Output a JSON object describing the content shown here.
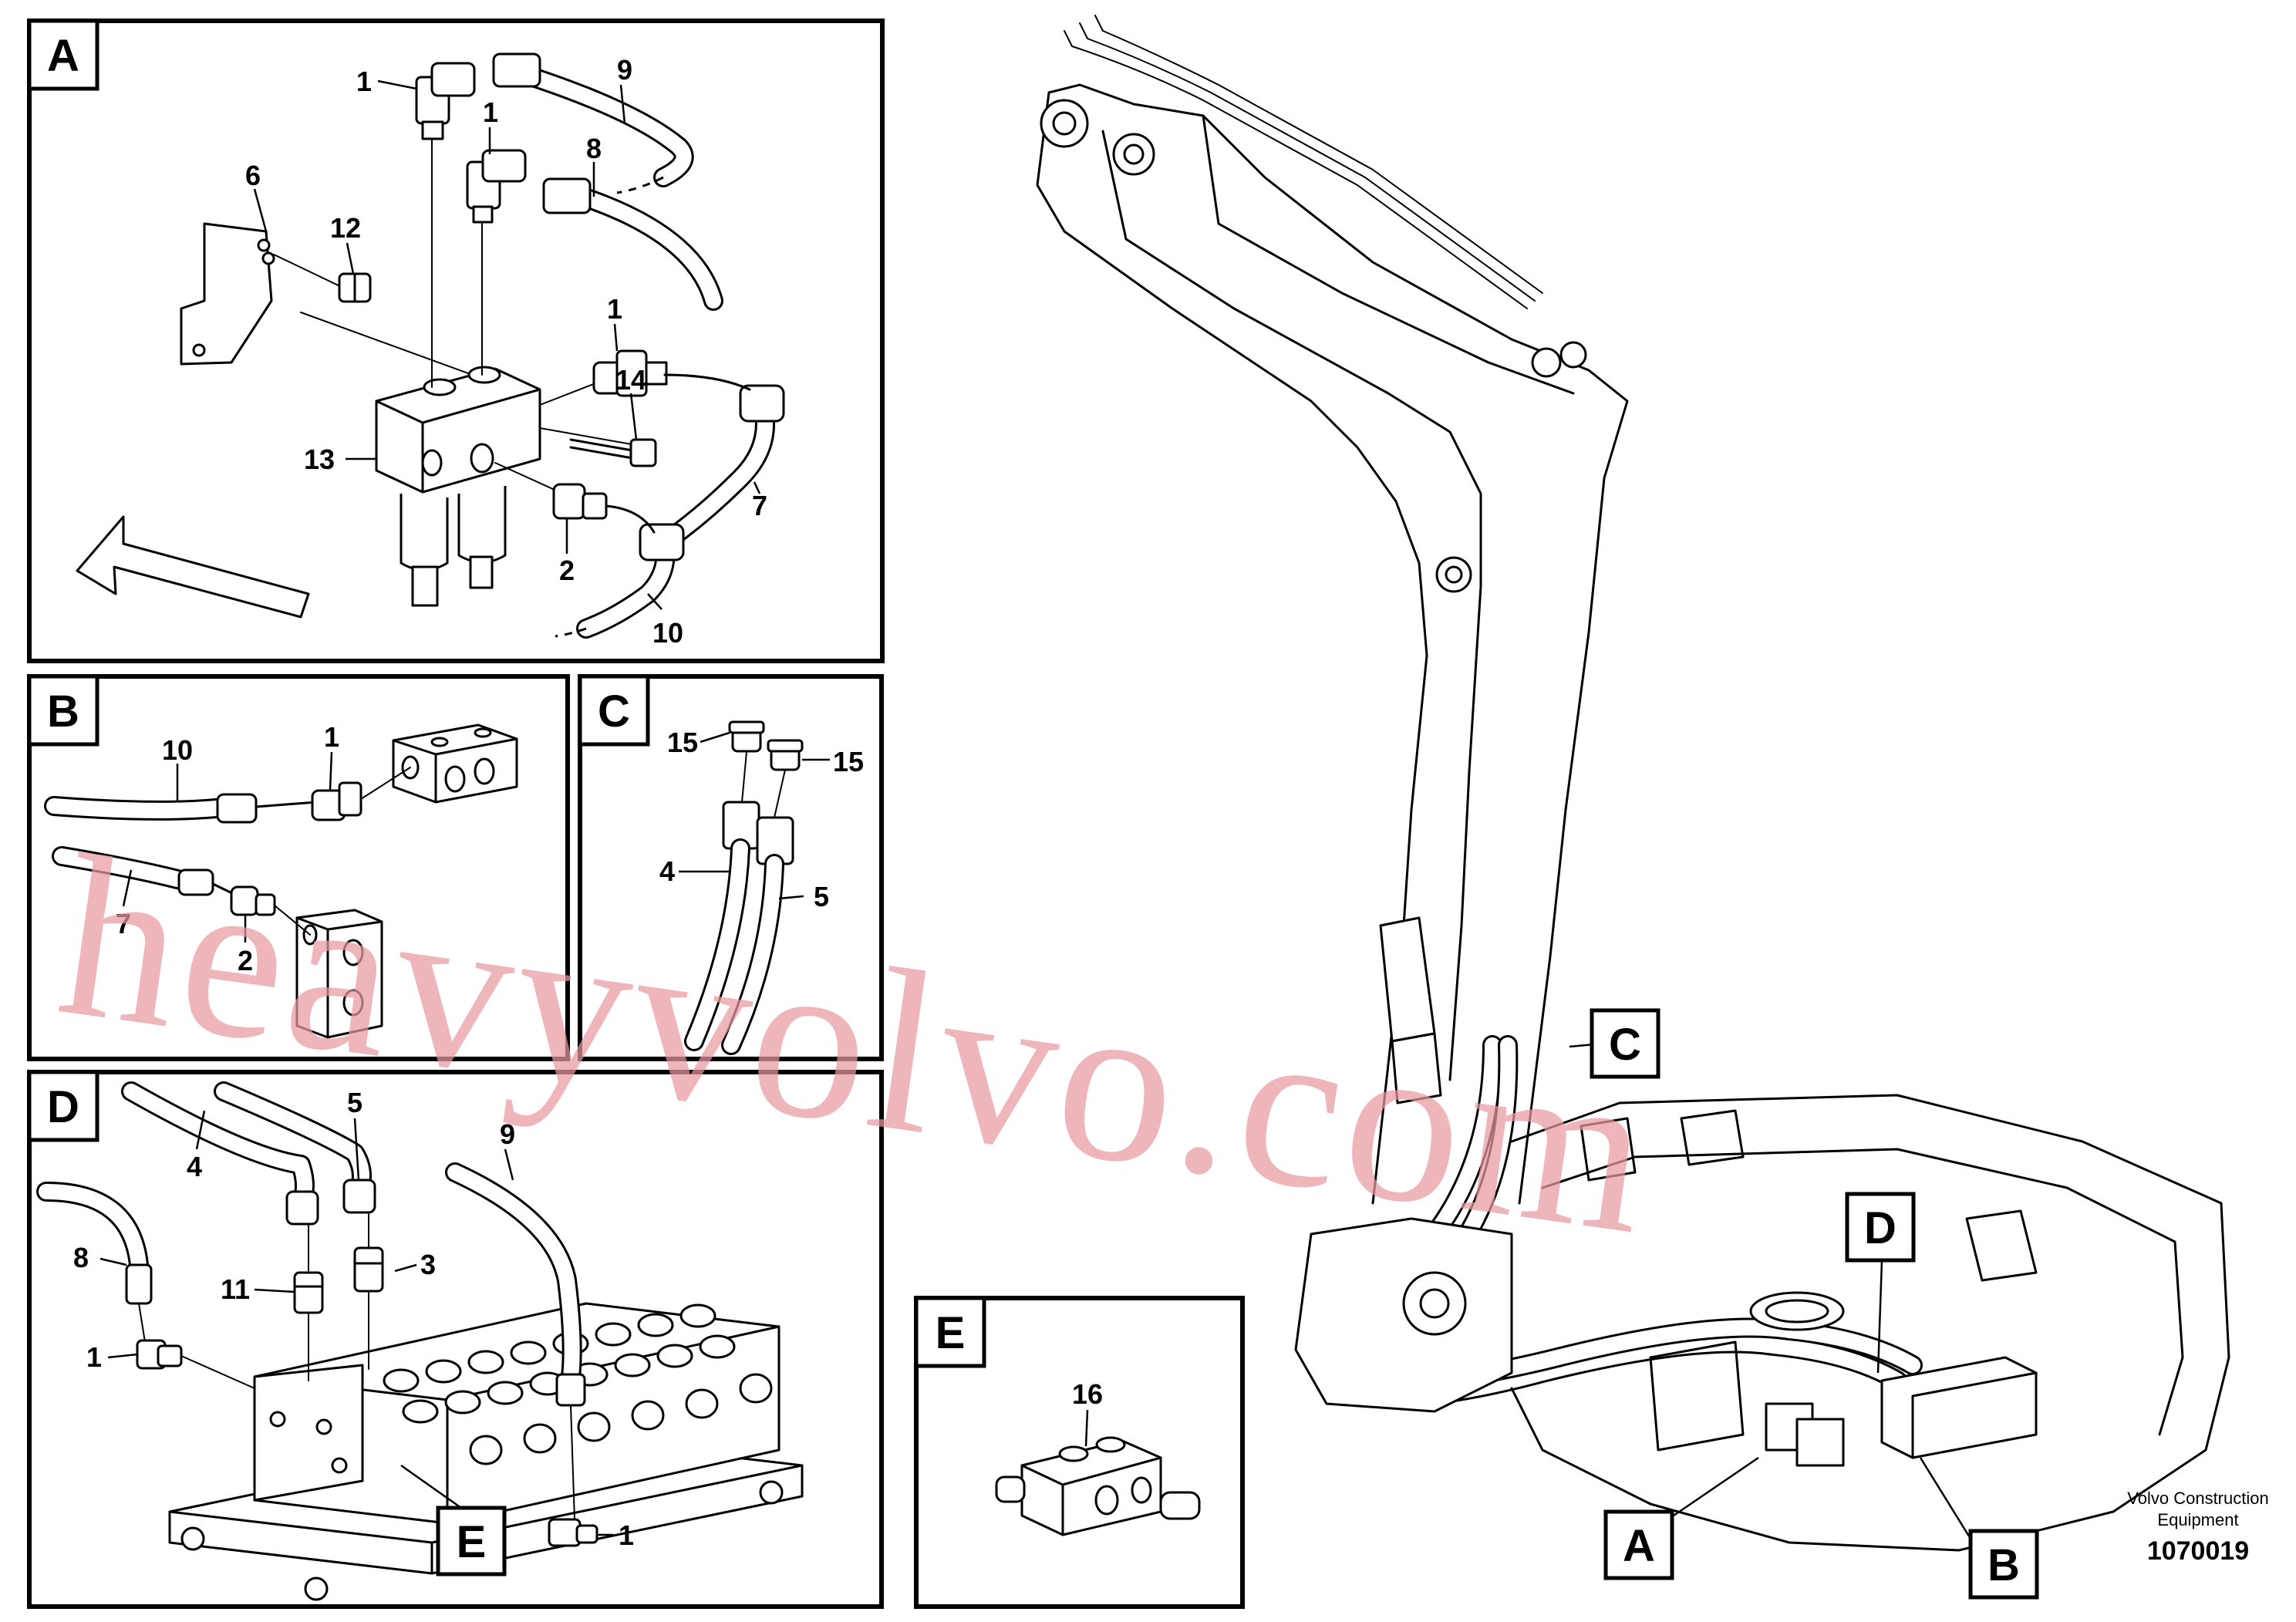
{
  "panels": {
    "A": {
      "letter": "A",
      "labels": {
        "p1a": "1",
        "p9": "9",
        "p1b": "1",
        "p8": "8",
        "p6": "6",
        "p12": "12",
        "p1c": "1",
        "p14": "14",
        "p13": "13",
        "p7": "7",
        "p2": "2",
        "p10": "10"
      }
    },
    "B": {
      "letter": "B",
      "labels": {
        "p10": "10",
        "p1": "1",
        "p7": "7",
        "p2": "2"
      }
    },
    "C": {
      "letter": "C",
      "labels": {
        "p15a": "15",
        "p15b": "15",
        "p4": "4",
        "p5": "5"
      }
    },
    "D": {
      "letter": "D",
      "labels": {
        "p5": "5",
        "p4": "4",
        "p9": "9",
        "p8": "8",
        "p11": "11",
        "p3": "3",
        "p1a": "1",
        "p1b": "1",
        "callE": "E"
      }
    },
    "E": {
      "letter": "E",
      "labels": {
        "p16": "16"
      }
    }
  },
  "machine": {
    "callouts": {
      "C": "C",
      "D": "D",
      "A": "A",
      "B": "B"
    }
  },
  "footer": {
    "brand": "Volvo Construction Equipment",
    "brand_line1": "Volvo Construction",
    "brand_line2": "Equipment",
    "doc_number": "1070019"
  },
  "watermark": "heavyvolvo.com"
}
